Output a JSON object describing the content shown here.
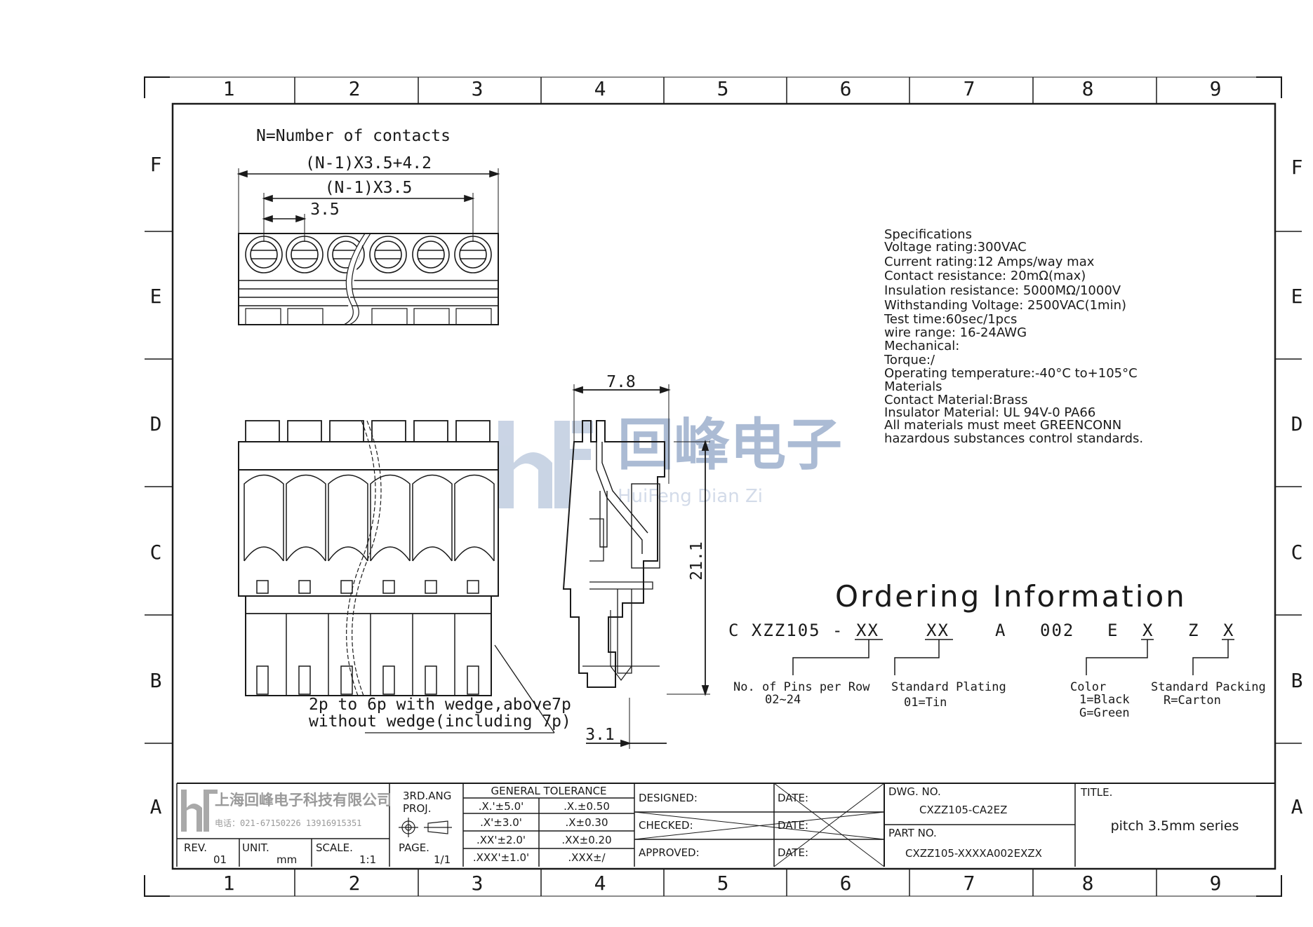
{
  "zones": {
    "columns": [
      "1",
      "2",
      "3",
      "4",
      "5",
      "6",
      "7",
      "8",
      "9"
    ],
    "rows": [
      "F",
      "E",
      "D",
      "C",
      "B",
      "A"
    ]
  },
  "drawing": {
    "note_contacts": "N=Number of contacts",
    "dim_overall": "(N-1)X3.5+4.2",
    "dim_span": "(N-1)X3.5",
    "dim_pitch": "3.5",
    "dim_width": "7.8",
    "dim_height": "21.1",
    "dim_offset": "3.1",
    "wedge_note_line1": "2p to 6p with wedge,above7p",
    "wedge_note_line2": "without wedge(including 7p)"
  },
  "specifications": [
    "Specifications",
    "Voltage rating:300VAC",
    "Current rating:12 Amps/way max",
    "Contact resistance: 20mΩ(max)",
    "Insulation resistance: 5000MΩ/1000V",
    "Withstanding Voltage: 2500VAC(1min)",
    "Test time:60sec/1pcs",
    "wire range: 16-24AWG",
    "Mechanical:",
    "Torque:/",
    "Operating temperature:-40°C to+105°C",
    "Materials",
    "Contact Material:Brass",
    "Insulator Material: UL 94V-0 PA66",
    "All materials must meet GREENCONN",
    "hazardous substances control standards."
  ],
  "ordering": {
    "title": "Ordering Information",
    "code": {
      "prefix": "C XZZ105 -",
      "pins": "XX",
      "plating": "XX",
      "seg_a": "A",
      "seg_002": "002",
      "seg_e": "E",
      "color": "X",
      "seg_z": "Z",
      "packing": "X"
    },
    "labels": {
      "pins": [
        "No. of Pins per Row",
        "02~24"
      ],
      "plating": [
        "Standard Plating",
        "01=Tin"
      ],
      "color": [
        "Color",
        "1=Black",
        "G=Green"
      ],
      "packing": [
        "Standard Packing",
        "R=Carton"
      ]
    }
  },
  "watermark": {
    "cn": "回峰电子",
    "en": "HuiFeng Dian Zi"
  },
  "title_block": {
    "company": "上海回峰电子科技有限公司",
    "phone": "电话：021-67150226  13916915351",
    "projection": [
      "3RD.ANG",
      "PROJ."
    ],
    "general_tolerance": "GENERAL TOLERANCE",
    "tolerances": [
      [
        ".X.'±5.0'",
        ".X.±0.50"
      ],
      [
        ".X'±3.0'",
        ".X±0.30"
      ],
      [
        ".XX'±2.0'",
        ".XX±0.20"
      ],
      [
        ".XXX'±1.0'",
        ".XXX±/"
      ]
    ],
    "designed": "DESIGNED:",
    "checked": "CHECKED:",
    "approved": "APPROVED:",
    "date": "DATE:",
    "dwg_no_label": "DWG. NO.",
    "dwg_no": "CXZZ105-CA2EZ",
    "part_no_label": "PART NO.",
    "part_no": "CXZZ105-XXXXA002EXZX",
    "title_label": "TITLE.",
    "title": "pitch 3.5mm series",
    "rev_label": "REV.",
    "rev": "01",
    "unit_label": "UNIT.",
    "unit": "mm",
    "scale_label": "SCALE.",
    "scale": "1:1",
    "page_label": "PAGE.",
    "page": "1/1"
  }
}
